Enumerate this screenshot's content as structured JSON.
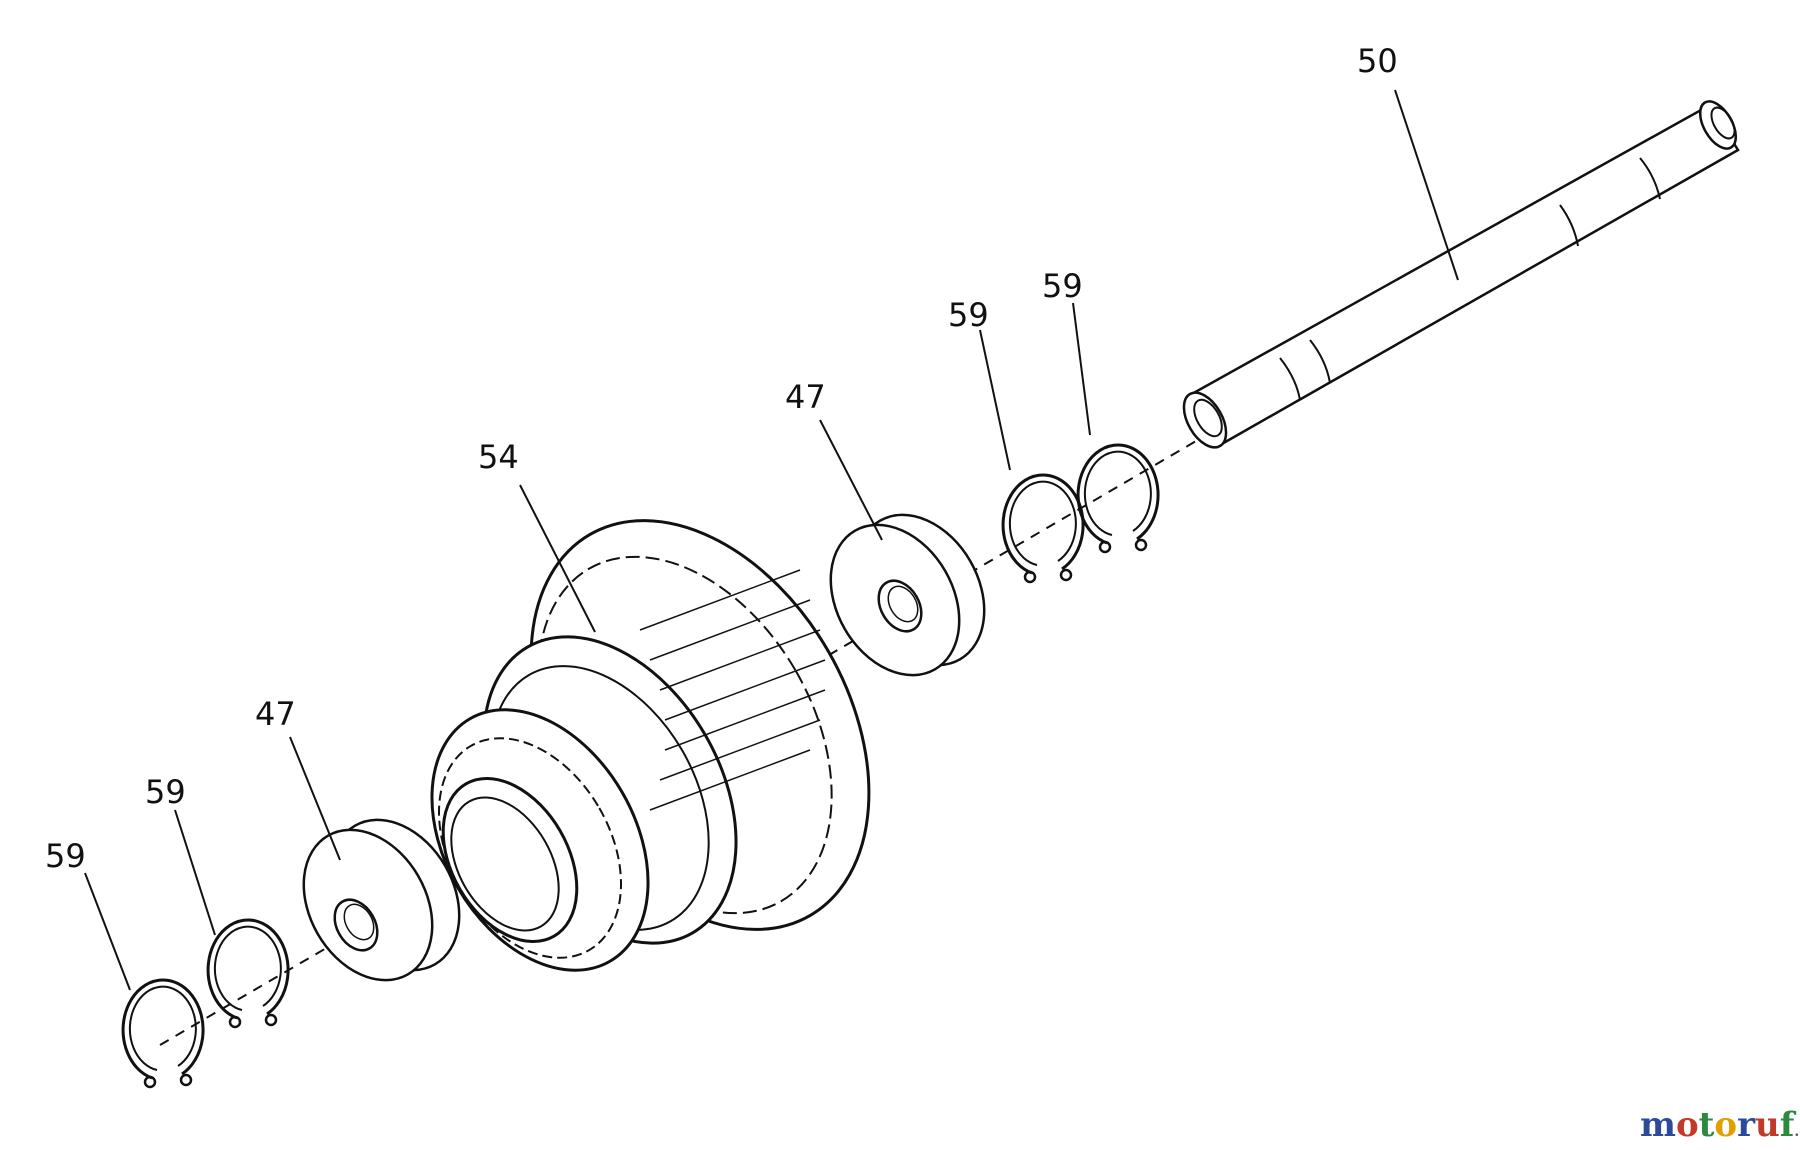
{
  "diagram": {
    "callouts": {
      "shaft": "50",
      "gear": "54",
      "bearing_right": "47",
      "bearing_left": "47",
      "ring_right_1": "59",
      "ring_right_2": "59",
      "ring_left_1": "59",
      "ring_left_2": "59"
    }
  },
  "watermark": {
    "text_main": "motoruf",
    "text_suffix": ".de",
    "colors": {
      "m": "#2b4a9a",
      "o1": "#c0392b",
      "t": "#2b8a3e",
      "o2": "#e0a100",
      "r": "#2b4a9a",
      "u": "#c0392b",
      "f": "#2b8a3e"
    }
  }
}
